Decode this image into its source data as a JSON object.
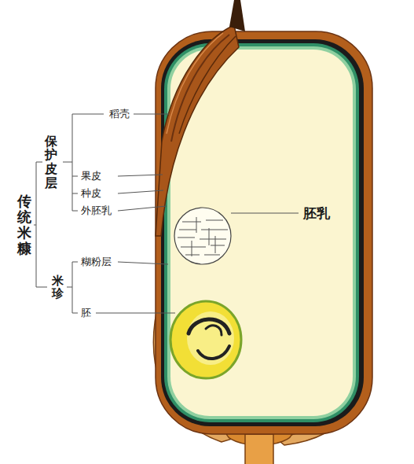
{
  "diagram": {
    "labels": [
      "稻壳",
      "保护皮层",
      "果皮",
      "种皮",
      "外胚乳",
      "传统米糠",
      "胚乳",
      "糊粉层",
      "米珍",
      "胚"
    ]
  }
}
